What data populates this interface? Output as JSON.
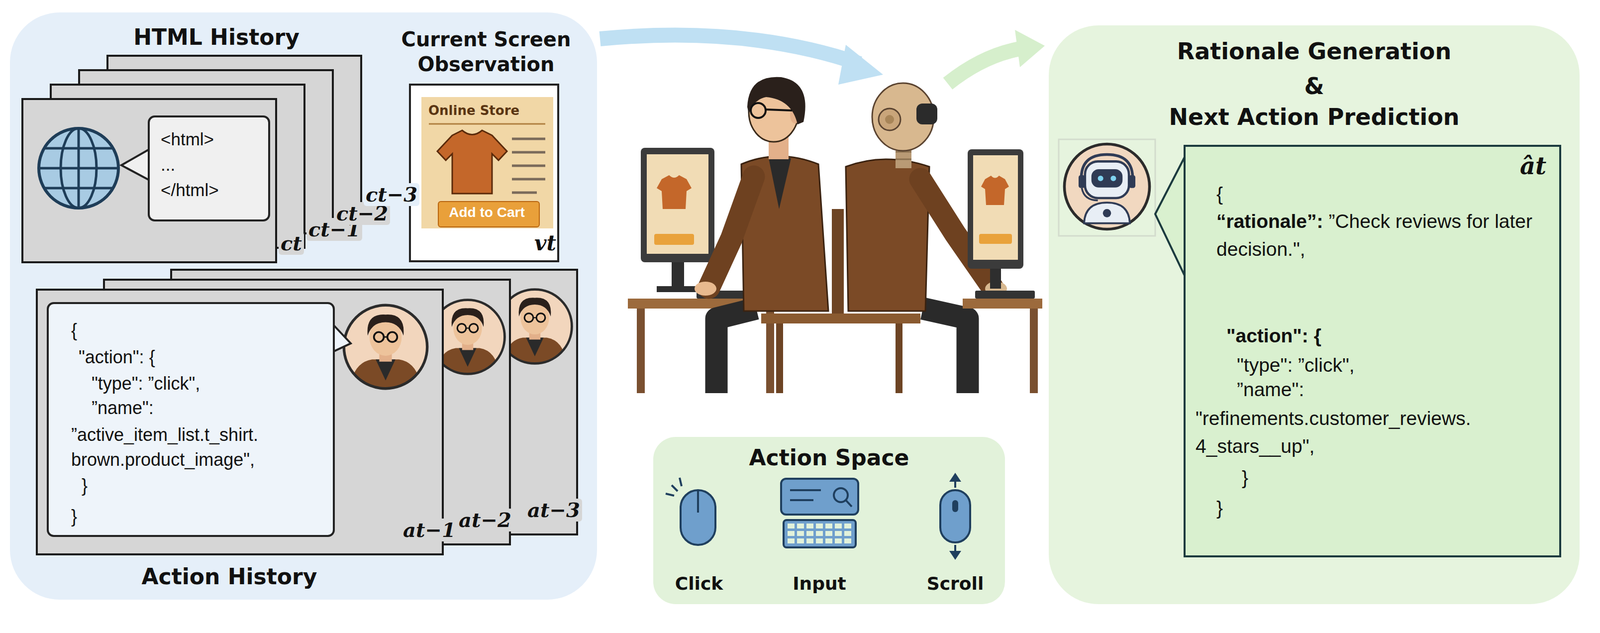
{
  "diagram": {
    "nodes": [
      {
        "text": [
          "HTML History",
          "Action History"
        ]
      },
      {
        "text": [
          "<html> ... </html>"
        ],
        "in": 0
      },
      {
        "text": [
          "Current Screen Observation",
          "vt"
        ],
        "in": 0
      },
      {
        "text": [
          "Online Store"
        ],
        "in": 2
      },
      {
        "text": [
          "Add to Cart"
        ],
        "in": 3
      },
      {
        "text": [
          "{",
          "\"action\": {",
          "\"type\": ”click\",",
          "”name\":",
          "”active_item_list.t_shirt. brown.product_image\",",
          "}",
          "}"
        ],
        "in": 0
      },
      {
        "text": [
          "Action Space",
          "Click",
          "Input",
          "Scroll"
        ]
      },
      {
        "text": [
          "Rationale Generation",
          "&",
          "Next Action Prediction"
        ]
      },
      {
        "text": [
          "ât",
          "{",
          "“rationale”:",
          "”Check reviews for later decision.\",",
          "\"action\": {",
          "\"type\": ”click\",",
          "”name\":",
          "\"refinements.customer_reviews. 4_stars__up\",",
          "}",
          "}"
        ],
        "in": 7
      }
    ],
    "labels": [
      "ct",
      "ct−1",
      "ct−2",
      "ct−3",
      "at−1",
      "at−2",
      "at−3"
    ]
  }
}
